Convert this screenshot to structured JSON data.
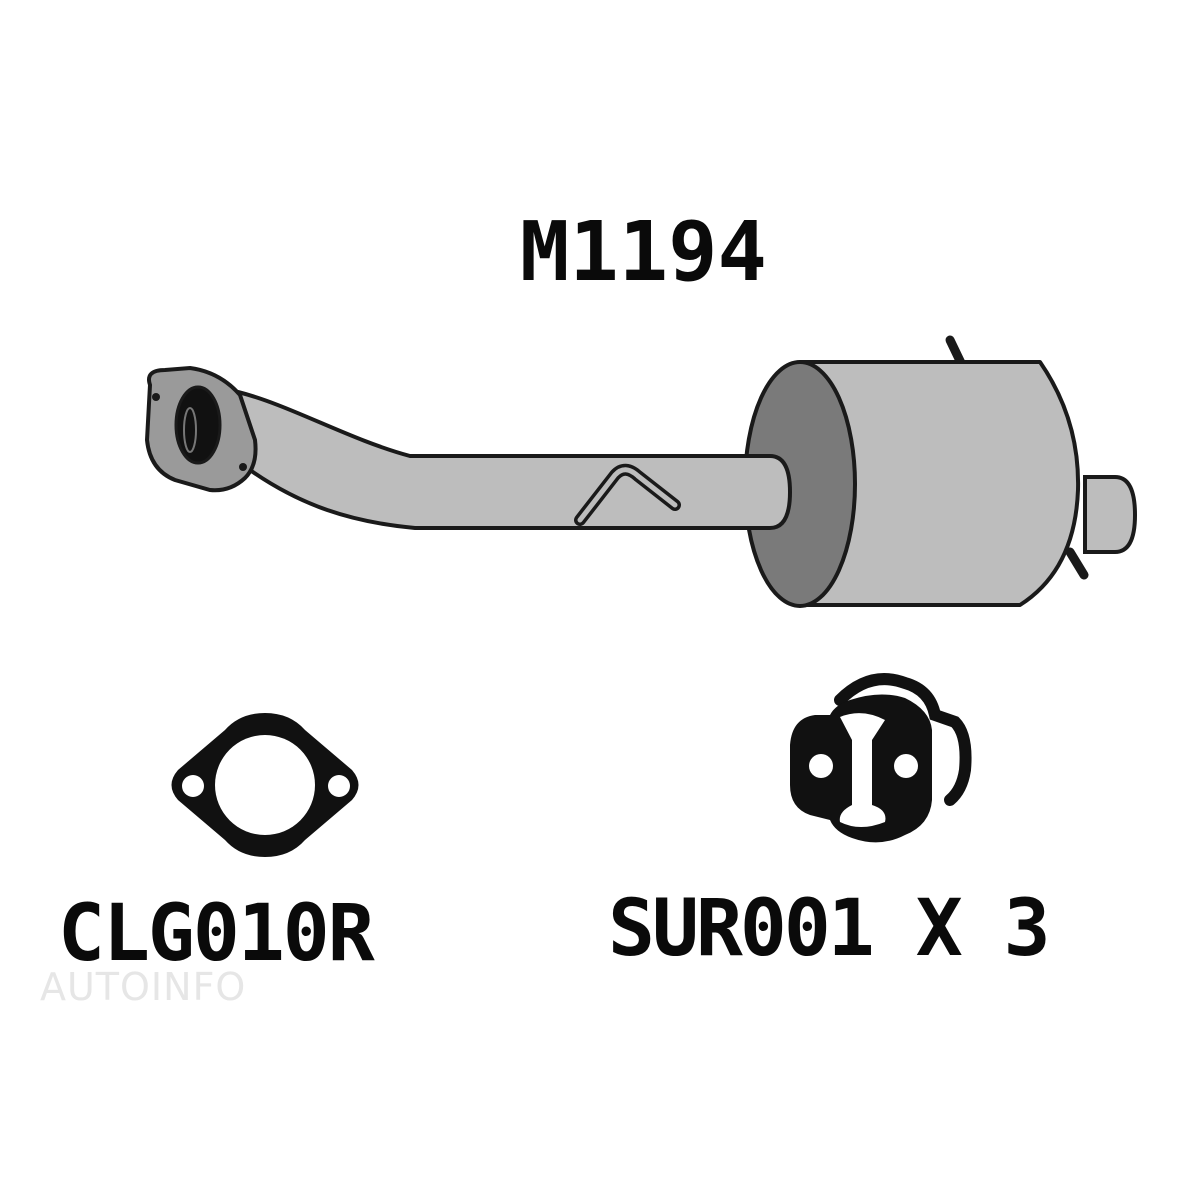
{
  "diagram": {
    "main_part": {
      "code": "M1194",
      "description_icon": "muffler-assembly"
    },
    "components": [
      {
        "code": "CLG010R",
        "icon": "flange-gasket-icon"
      },
      {
        "code": "SUR001 X 3",
        "icon": "rubber-hanger-icon"
      }
    ],
    "watermark": "AUTOINFO",
    "colors": {
      "pipe_fill": "#bdbdbd",
      "muffler_end_fill": "#7a7a7a",
      "flange_fill": "#9a9a9a",
      "outline": "#1a1a1a",
      "text": "#0a0a0a",
      "watermark": "#e6e6e6"
    }
  }
}
